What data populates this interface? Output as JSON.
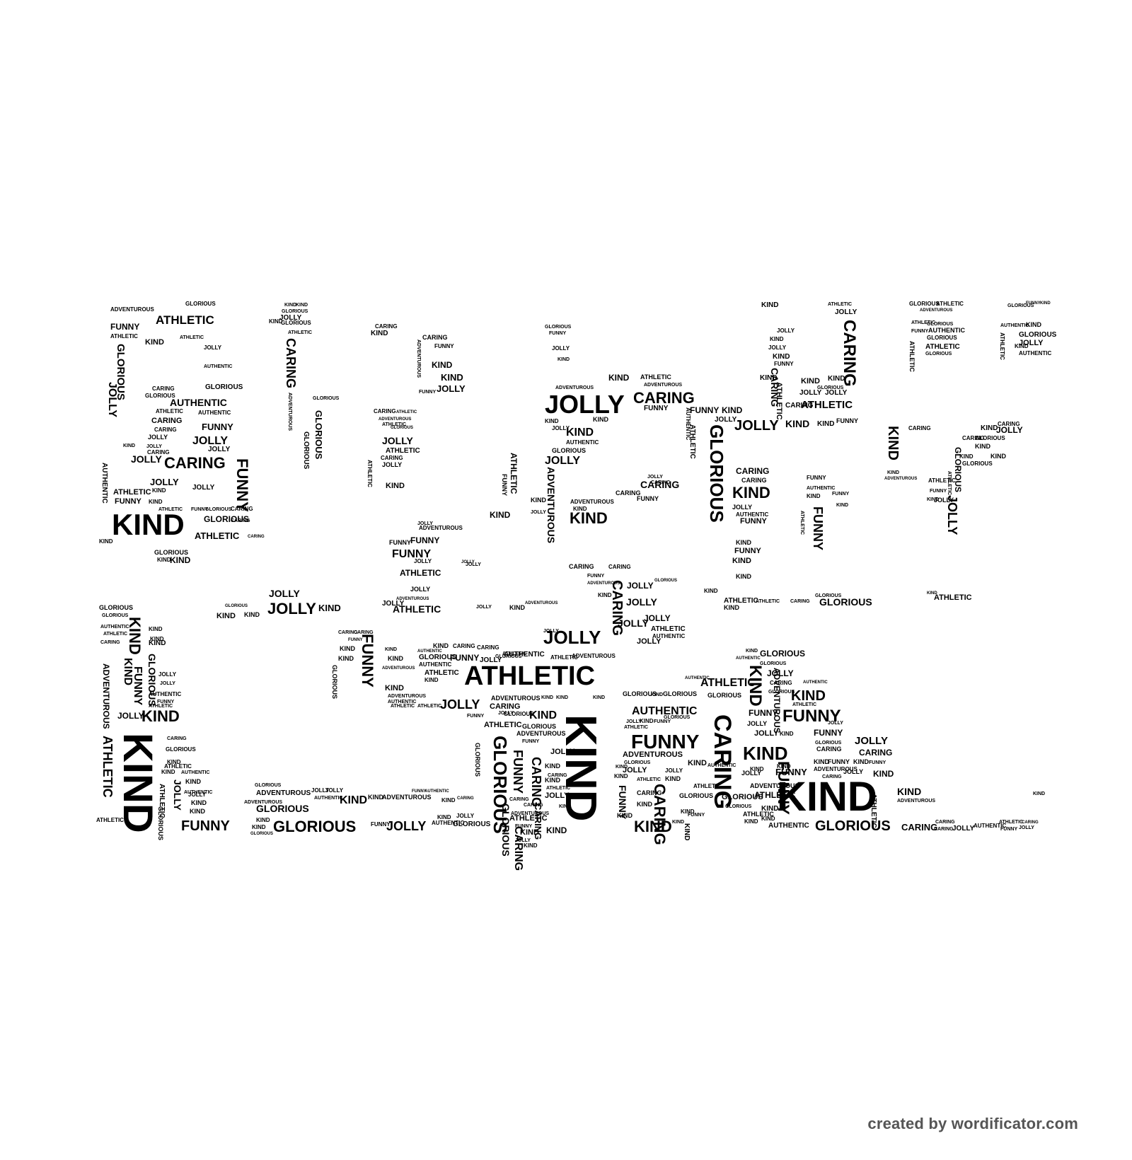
{
  "words": {
    "adventurous": "ADVENTUROUS",
    "athletic": "ATHLETIC",
    "authentic": "AUTHENTIC",
    "caring": "CARING",
    "funny": "FUNNY",
    "glorious": "GLORIOUS",
    "jolly": "JOLLY",
    "kind": "KIND"
  },
  "colors": {
    "background": "#ffffff",
    "ink": "#000000",
    "credit": "#555555"
  },
  "credit": "created by wordificator.com"
}
